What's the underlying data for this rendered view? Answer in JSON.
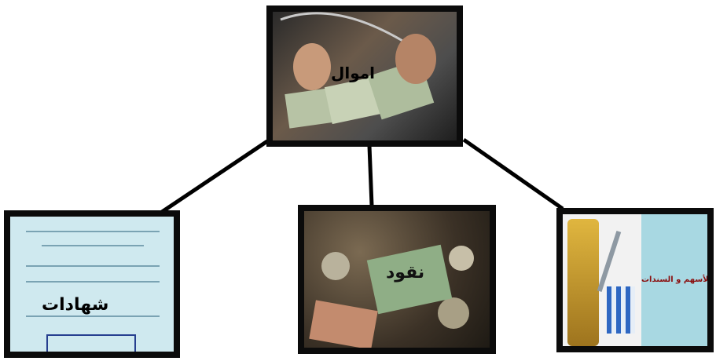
{
  "nodes": {
    "top": {
      "label": "اموال",
      "icon": "money-photo"
    },
    "left": {
      "label": "شهادات",
      "icon": "certificate-photo"
    },
    "middle": {
      "label": "نقود",
      "icon": "cash-coins-photo"
    },
    "right": {
      "label": "الأسهم و السندات",
      "icon": "stocks-bonds-photo"
    }
  },
  "colors": {
    "frame": "#0b0b0b",
    "connector": "#000000"
  }
}
